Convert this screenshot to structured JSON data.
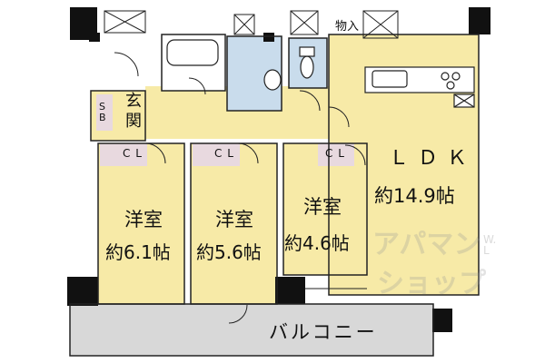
{
  "rooms": {
    "entrance": "玄関",
    "shoe_box": "SB",
    "storage": "物入",
    "ldk": {
      "name": "ＬＤＫ",
      "size": "約14.9帖"
    },
    "bedroom1": {
      "name": "洋室",
      "size": "約6.1帖"
    },
    "bedroom2": {
      "name": "洋室",
      "size": "約5.6帖"
    },
    "bedroom3": {
      "name": "洋室",
      "size": "約4.6帖"
    },
    "closet_label": "C L",
    "balcony": "バルコニー"
  },
  "watermark": {
    "line1": "アパマン",
    "line2": "ショップ",
    "side": "W.L"
  },
  "colors": {
    "room_fill": "#f7eaa7",
    "wet_area_fill": "#c9dcec",
    "closet_fill": "#e8d9df",
    "balcony_fill": "#d8d8d8",
    "wall": "#111111"
  }
}
